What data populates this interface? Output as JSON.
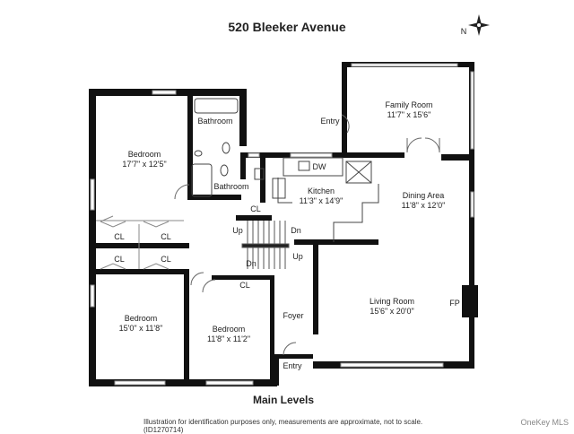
{
  "title": "520 Bleeker Avenue",
  "subtitle": "Main Levels",
  "disclaimer": "Illustration for identification purposes only, measurements are approximate, not to scale. (ID1270714)",
  "brand": "OneKey MLS",
  "compass_label": "N",
  "rooms": {
    "family_room": {
      "name": "Family Room",
      "dims": "11'7\" x 15'6\""
    },
    "bathroom_1": {
      "name": "Bathroom"
    },
    "bedroom_1": {
      "name": "Bedroom",
      "dims": "17'7\" x 12'5\""
    },
    "bathroom_2": {
      "name": "Bathroom"
    },
    "kitchen": {
      "name": "Kitchen",
      "dims": "11'3\" x 14'9\""
    },
    "dining_area": {
      "name": "Dining Area",
      "dims": "11'8\" x 12'0\""
    },
    "living_room": {
      "name": "Living Room",
      "dims": "15'6\" x 20'0\""
    },
    "bedroom_2": {
      "name": "Bedroom",
      "dims": "15'0\" x 11'8\""
    },
    "bedroom_3": {
      "name": "Bedroom",
      "dims": "11'8\" x 11'2\""
    }
  },
  "labels": {
    "entry_top": "Entry",
    "entry_bottom": "Entry",
    "foyer": "Foyer",
    "fireplace": "FP",
    "dishwasher": "DW",
    "closet": "CL",
    "up": "Up",
    "down": "Dn"
  }
}
